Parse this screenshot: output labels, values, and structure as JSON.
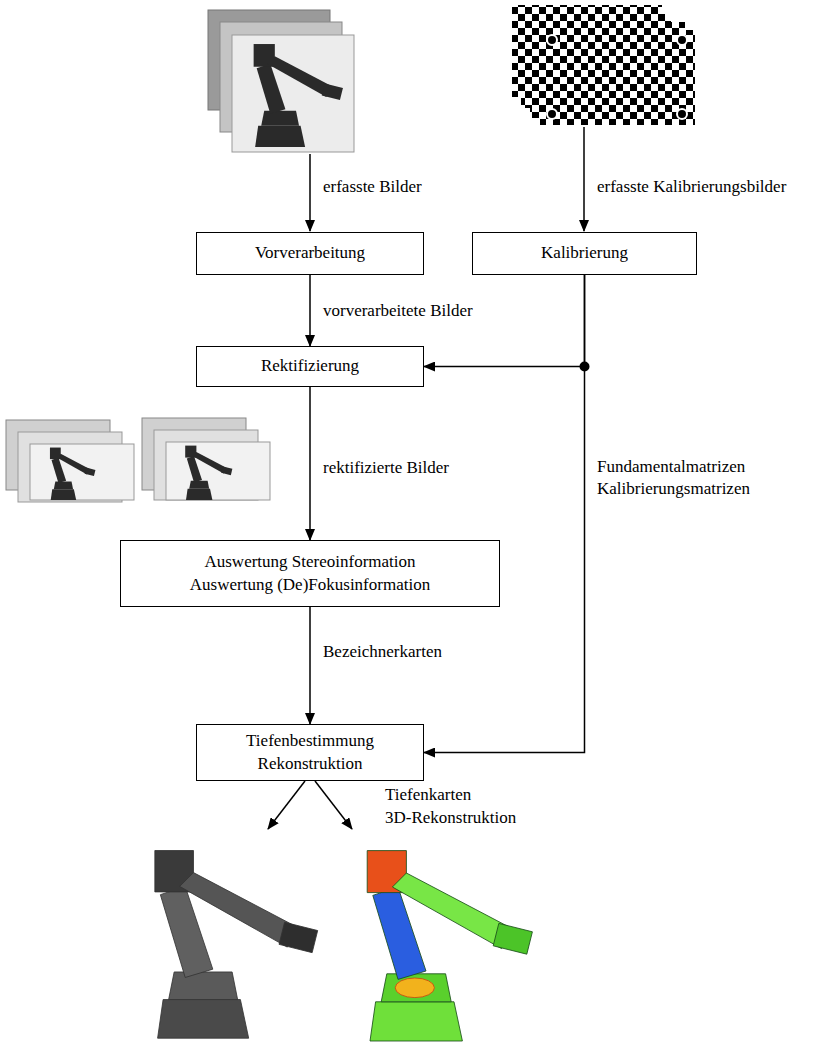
{
  "diagram": {
    "nodes": [
      {
        "text": [
          "Vorverarbeitung"
        ]
      },
      {
        "text": [
          "Kalibrierung"
        ]
      },
      {
        "text": [
          "Rektifizierung"
        ]
      },
      {
        "text": [
          "Auswertung Stereoinformation",
          "Auswertung (De)Fokusinformation"
        ]
      },
      {
        "text": [
          "Tiefenbestimmung",
          "Rekonstruktion"
        ]
      }
    ],
    "edges": [
      {
        "from": 0,
        "to": 2,
        "label": "vorverarbeitete Bilder",
        "arrow": "to"
      },
      {
        "from": 1,
        "to": 2,
        "arrow": "to"
      },
      {
        "from": 1,
        "to": 4,
        "label": "Fundamentalmatrizen Kalibrierungsmatrizen",
        "arrow": "to"
      },
      {
        "from": 2,
        "to": 3,
        "label": "rektifizierte Bilder",
        "arrow": "to"
      },
      {
        "from": 3,
        "to": 4,
        "label": "Bezeichnerkarten",
        "arrow": "to"
      }
    ],
    "labels": [
      "erfasste Bilder",
      "erfasste Kalibrierungsbilder",
      "Tiefenkarten",
      "3D-Rekonstruktion"
    ]
  }
}
